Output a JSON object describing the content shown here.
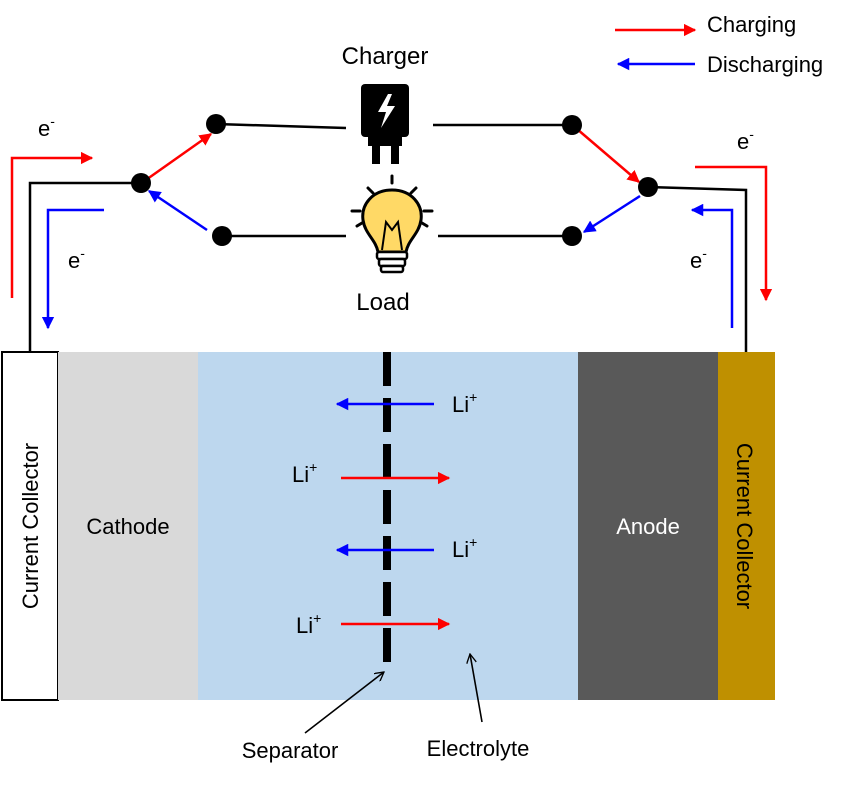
{
  "legend": {
    "charging": "Charging",
    "discharging": "Discharging"
  },
  "circuit": {
    "charger_label": "Charger",
    "load_label": "Load",
    "electron": "e",
    "electron_charge": "-"
  },
  "cell": {
    "left_collector": "Current Collector",
    "cathode": "Cathode",
    "anode": "Anode",
    "right_collector": "Current Collector",
    "ion": "Li",
    "ion_charge": "+"
  },
  "callouts": {
    "separator": "Separator",
    "electrolyte": "Electrolyte"
  },
  "colors": {
    "charging": "#ff0000",
    "discharging": "#0000ff",
    "cathode": "#d9d9d9",
    "electrolyte": "#bdd7ee",
    "anode": "#595959",
    "right_collector": "#bf9000",
    "left_collector": "#ffffff",
    "bulb": "#ffd966",
    "charger_body": "#000000"
  },
  "icons": {
    "charger": "charger-plug-icon",
    "load": "light-bulb-icon"
  }
}
